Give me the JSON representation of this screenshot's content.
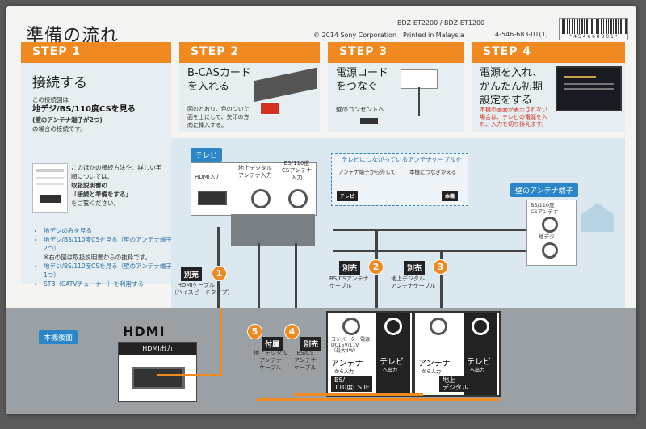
{
  "header": {
    "title": "準備の流れ",
    "models": "BDZ-ET2200 / BDZ-ET1200",
    "copyright": "© 2014 Sony Corporation　Printed in Malaysia",
    "part_number": "4-546-683-01(1)",
    "barcode_text": "* 4 5 4 6 6 8 3 0 1 *"
  },
  "steps": [
    {
      "label": "STEP 1",
      "heading": "接続する"
    },
    {
      "label": "STEP 2",
      "heading": "B-CASカード\nを入れる",
      "note": "図のとおり、色のついた面を上にして、矢印の方向に挿入する。"
    },
    {
      "label": "STEP 3",
      "heading": "電源コード\nをつなぐ",
      "note": "壁のコンセントへ"
    },
    {
      "label": "STEP 4",
      "heading": "電源を入れ、\nかんたん初期\n設定をする",
      "note": "本機の画面が表示されない場合は、テレビの電源を入れ、入力を切り換えます。"
    }
  ],
  "step1": {
    "intro": "この接続図は",
    "bold": "地デジ/BS/110度CSを見る",
    "sub": "(壁のアンテナ端子が2つ)",
    "tail": "の場合の接続です。",
    "other": "このほかの接続方法や、詳しい手順については、",
    "manual": "取扱説明書の",
    "manual2": "「接続と準備をする」",
    "see": "をご覧ください。",
    "list": [
      "地デジのみを見る",
      "地デジ/BS/110度CSを見る（壁のアンテナ端子が2つ）",
      "※右の図は取扱説明書からの抜粋です。",
      "地デジ/BS/110度CSを見る（壁のアンテナ端子が1つ）",
      "STB（CATVチューナー）を利用する"
    ]
  },
  "diagram": {
    "tv_label": "テレビ",
    "ports": [
      "HDMI入力",
      "地上デジタル\nアンテナ入力",
      "BS/110度\nCSアンテナ\n入力"
    ],
    "antenna_note": "テレビにつながっているアンテナケーブルを",
    "step_a": "アンテナ端子から外して",
    "step_b": "本機につなぎかえる",
    "tv_small": "テレビ",
    "unit_small": "本機",
    "wall_label": "壁のアンテナ端子",
    "bs_cs_antenna": "BS/110度\nCSアンテナ",
    "terrestrial": "地デジ",
    "sold_separately": "別売",
    "supplied": "付属",
    "hdmi_cable": "HDMIケーブル\n（ハイスピードタイプ）",
    "bs_cable": "BS/CSアンテナ\nケーブル",
    "terr_cable": "地上デジタル\nアンテナケーブル",
    "terr_cable_v": "地上デジタル\nアンテナ\nケーブル",
    "bs_cable_v": "BS/CS\nアンテナ\nケーブル",
    "nums": [
      "1",
      "2",
      "3",
      "4",
      "5"
    ]
  },
  "rear": {
    "label": "本機後面",
    "hdmi_logo": "HDMI",
    "hdmi_out": "HDMI出力",
    "converter": "コンバーター電源\nDC15V/11V\n（最大4W）",
    "antenna_in": "アンテナ",
    "from": "から入力",
    "tv": "テレビ",
    "to": "へ出力",
    "bs_section": "BS/\n110度CS IF",
    "terr_section": "地上\nデジタル"
  },
  "colors": {
    "accent": "#f0891f",
    "blue": "#2a85c9"
  }
}
